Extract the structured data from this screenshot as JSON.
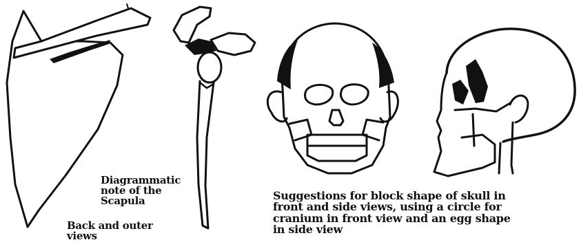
{
  "captions": {
    "scapula_note": [
      "Diagrammatic",
      "note of the",
      "Scapula"
    ],
    "scapula_views": [
      "Back and outer",
      "views"
    ],
    "skull_suggestions": [
      "Suggestions for block shape of skull in",
      "front and side views, using a circle for",
      "cranium in front view and an egg shape",
      "in side view"
    ]
  },
  "ink_color": "#111111",
  "paper_color": "#ffffff"
}
